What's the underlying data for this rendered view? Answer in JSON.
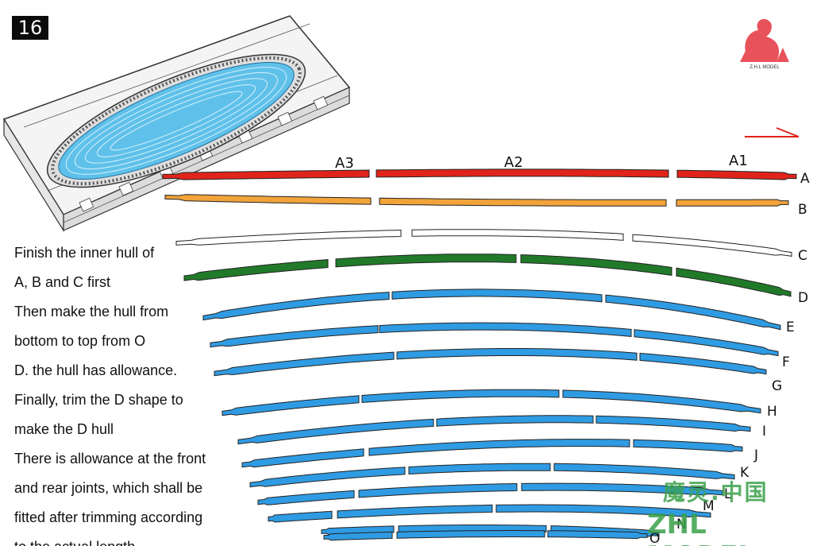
{
  "step_number": "16",
  "instructions": [
    "Finish the inner hull of",
    "A, B and C first",
    "Then make the hull from",
    "bottom to top from O",
    "D. the hull has allowance.",
    " Finally, trim the D shape to",
    "make the D hull",
    "There is allowance at the front",
    "and rear joints, which shall be",
    " fitted after trimming according",
    "to the actual length"
  ],
  "section_labels": [
    "A3",
    "A2",
    "A1"
  ],
  "planks": [
    {
      "label": "A",
      "color": "#e0241b"
    },
    {
      "label": "B",
      "color": "#f2a33a"
    },
    {
      "label": "C",
      "color": "#ffffff"
    },
    {
      "label": "D",
      "color": "#217a2a"
    },
    {
      "label": "E",
      "color": "#2f9be3"
    },
    {
      "label": "F",
      "color": "#2f9be3"
    },
    {
      "label": "G",
      "color": "#2f9be3"
    },
    {
      "label": "H",
      "color": "#2f9be3"
    },
    {
      "label": "I",
      "color": "#2f9be3"
    },
    {
      "label": "J",
      "color": "#2f9be3"
    },
    {
      "label": "K",
      "color": "#2f9be3"
    },
    {
      "label": "L",
      "color": "#2f9be3"
    },
    {
      "label": "M",
      "color": "#2f9be3"
    },
    {
      "label": "N",
      "color": "#2f9be3"
    },
    {
      "label": "O",
      "color": "#2f9be3"
    }
  ],
  "logo": {
    "caption": "Z.H.L MODEL",
    "color": "#e8525a"
  },
  "watermark": {
    "chinese": "魔灵.中国",
    "english": "ZHL MODEL",
    "color": "#3aa04a"
  }
}
